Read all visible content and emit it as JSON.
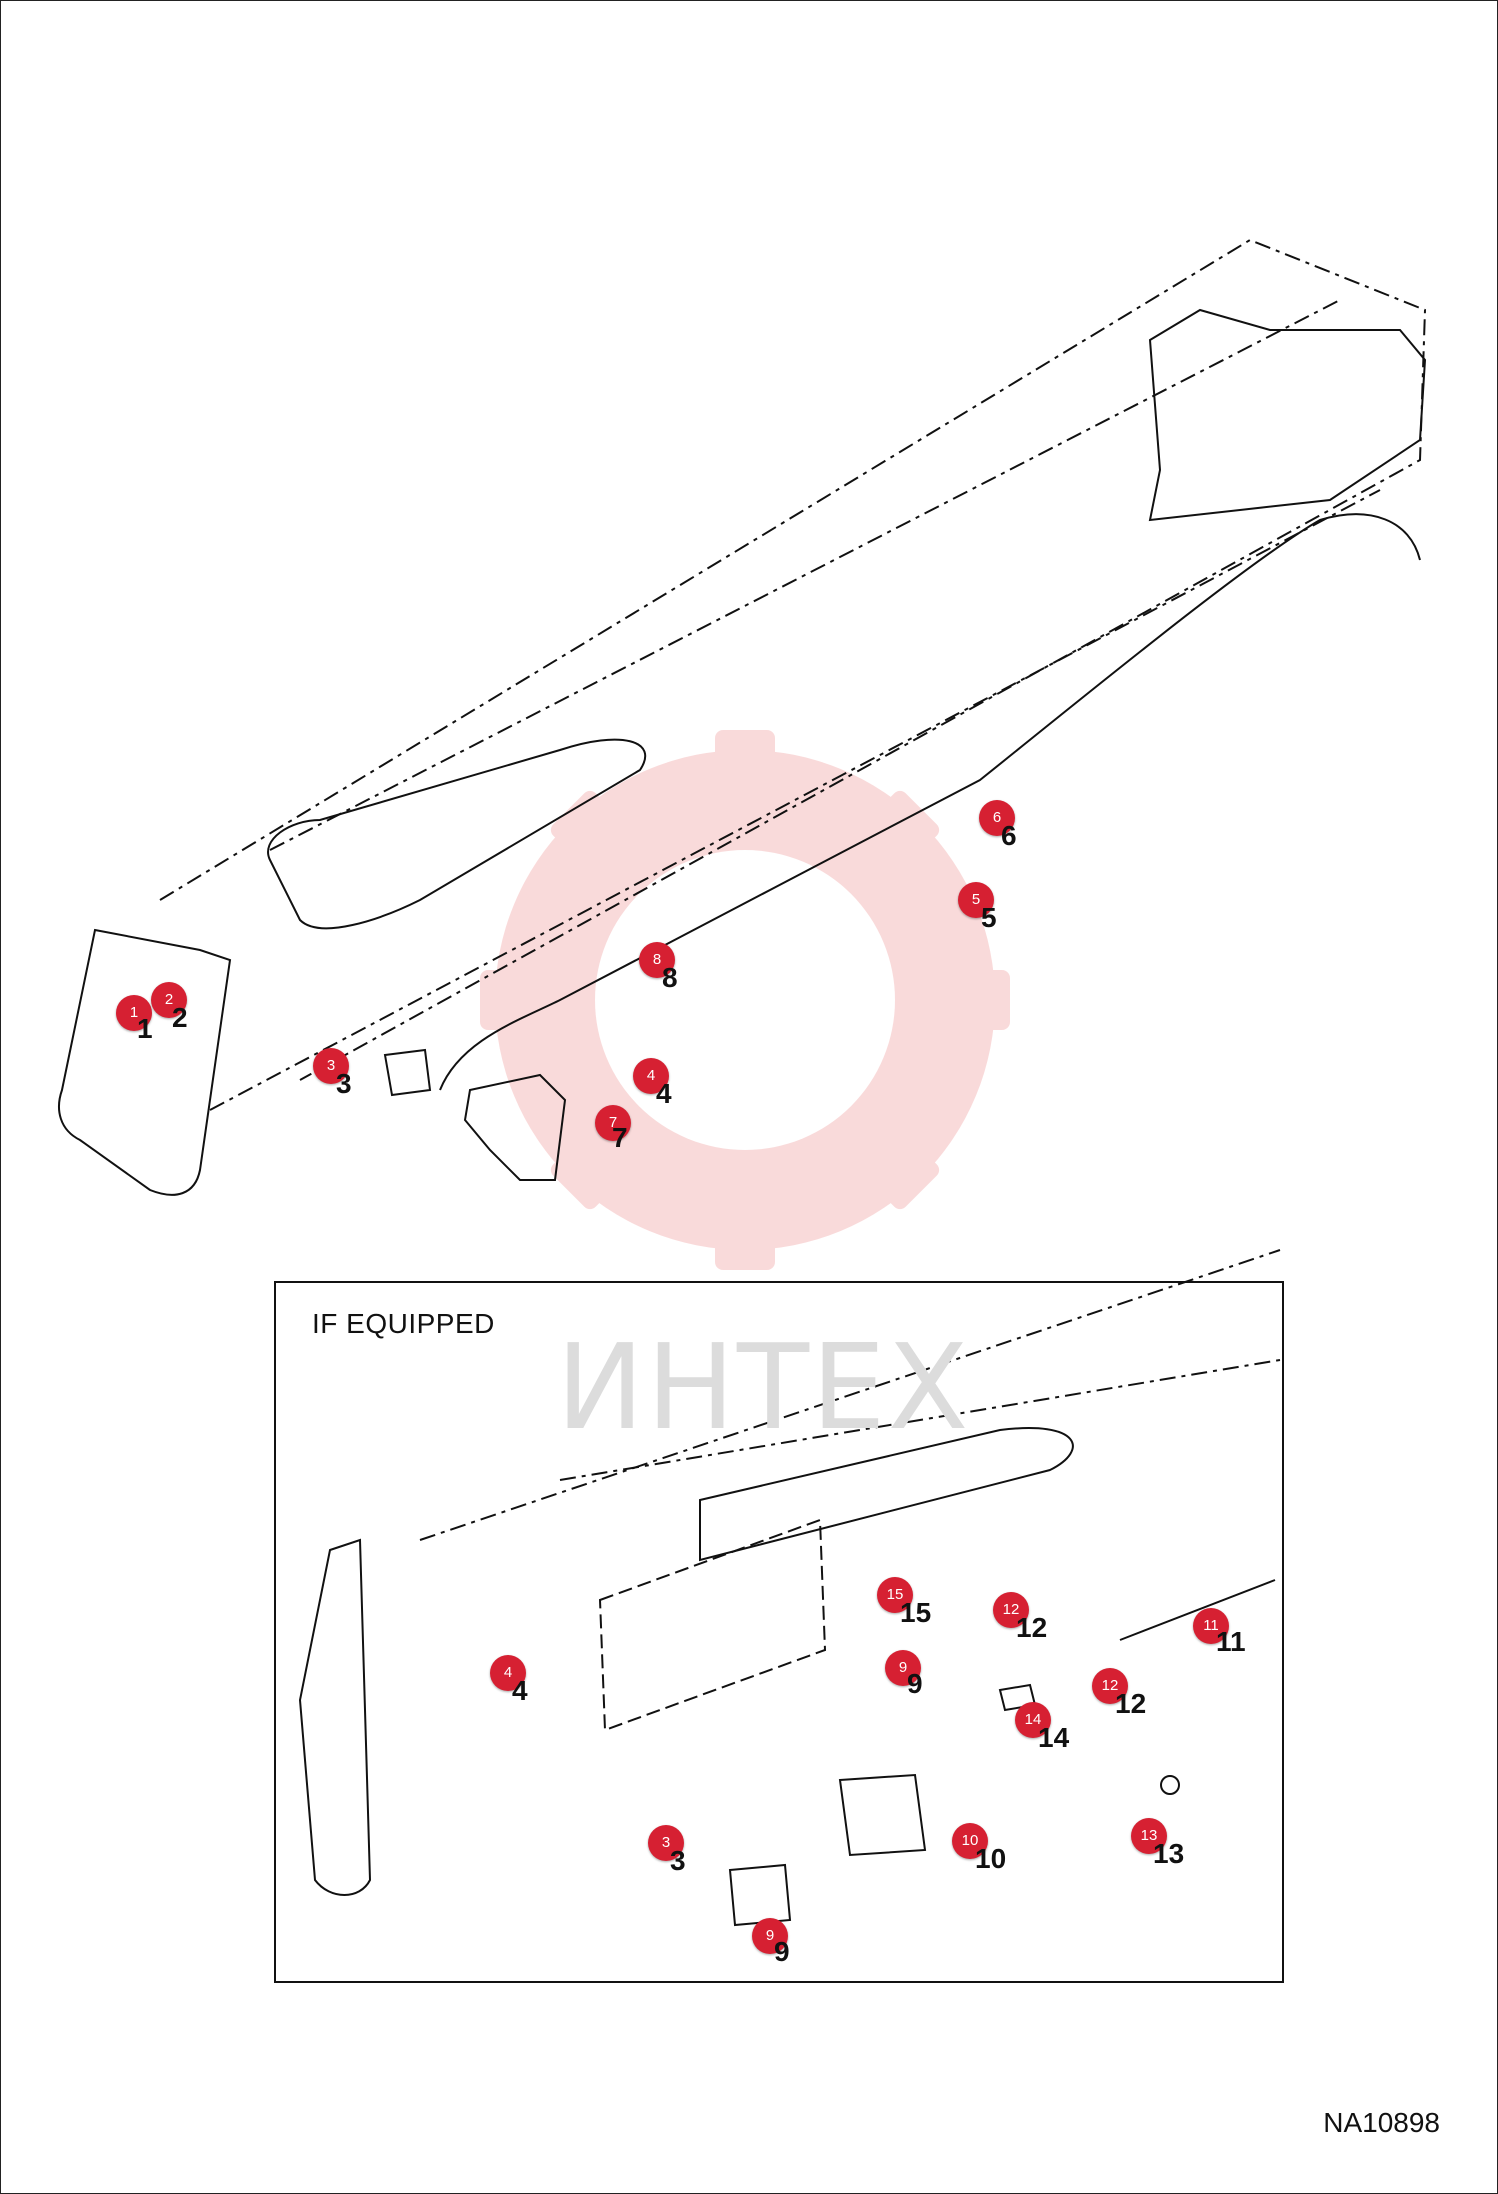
{
  "inset": {
    "title": "IF EQUIPPED"
  },
  "document_number": "NA10898",
  "watermark": {
    "text": "ИНТЕХ",
    "logo": "gear-wrench-icon"
  },
  "accent_color": "#d62032",
  "callouts": {
    "main": [
      "1",
      "2",
      "3",
      "4",
      "5",
      "6",
      "7",
      "8"
    ],
    "inset": [
      "4",
      "3",
      "9",
      "9",
      "10",
      "11",
      "12",
      "12",
      "13",
      "14",
      "15"
    ]
  },
  "part_labels": {
    "main": [
      "1",
      "2",
      "3",
      "4",
      "5",
      "6",
      "7",
      "8"
    ],
    "inset": [
      "4",
      "3",
      "9",
      "9",
      "10",
      "11",
      "12",
      "12",
      "13",
      "14",
      "15"
    ]
  }
}
